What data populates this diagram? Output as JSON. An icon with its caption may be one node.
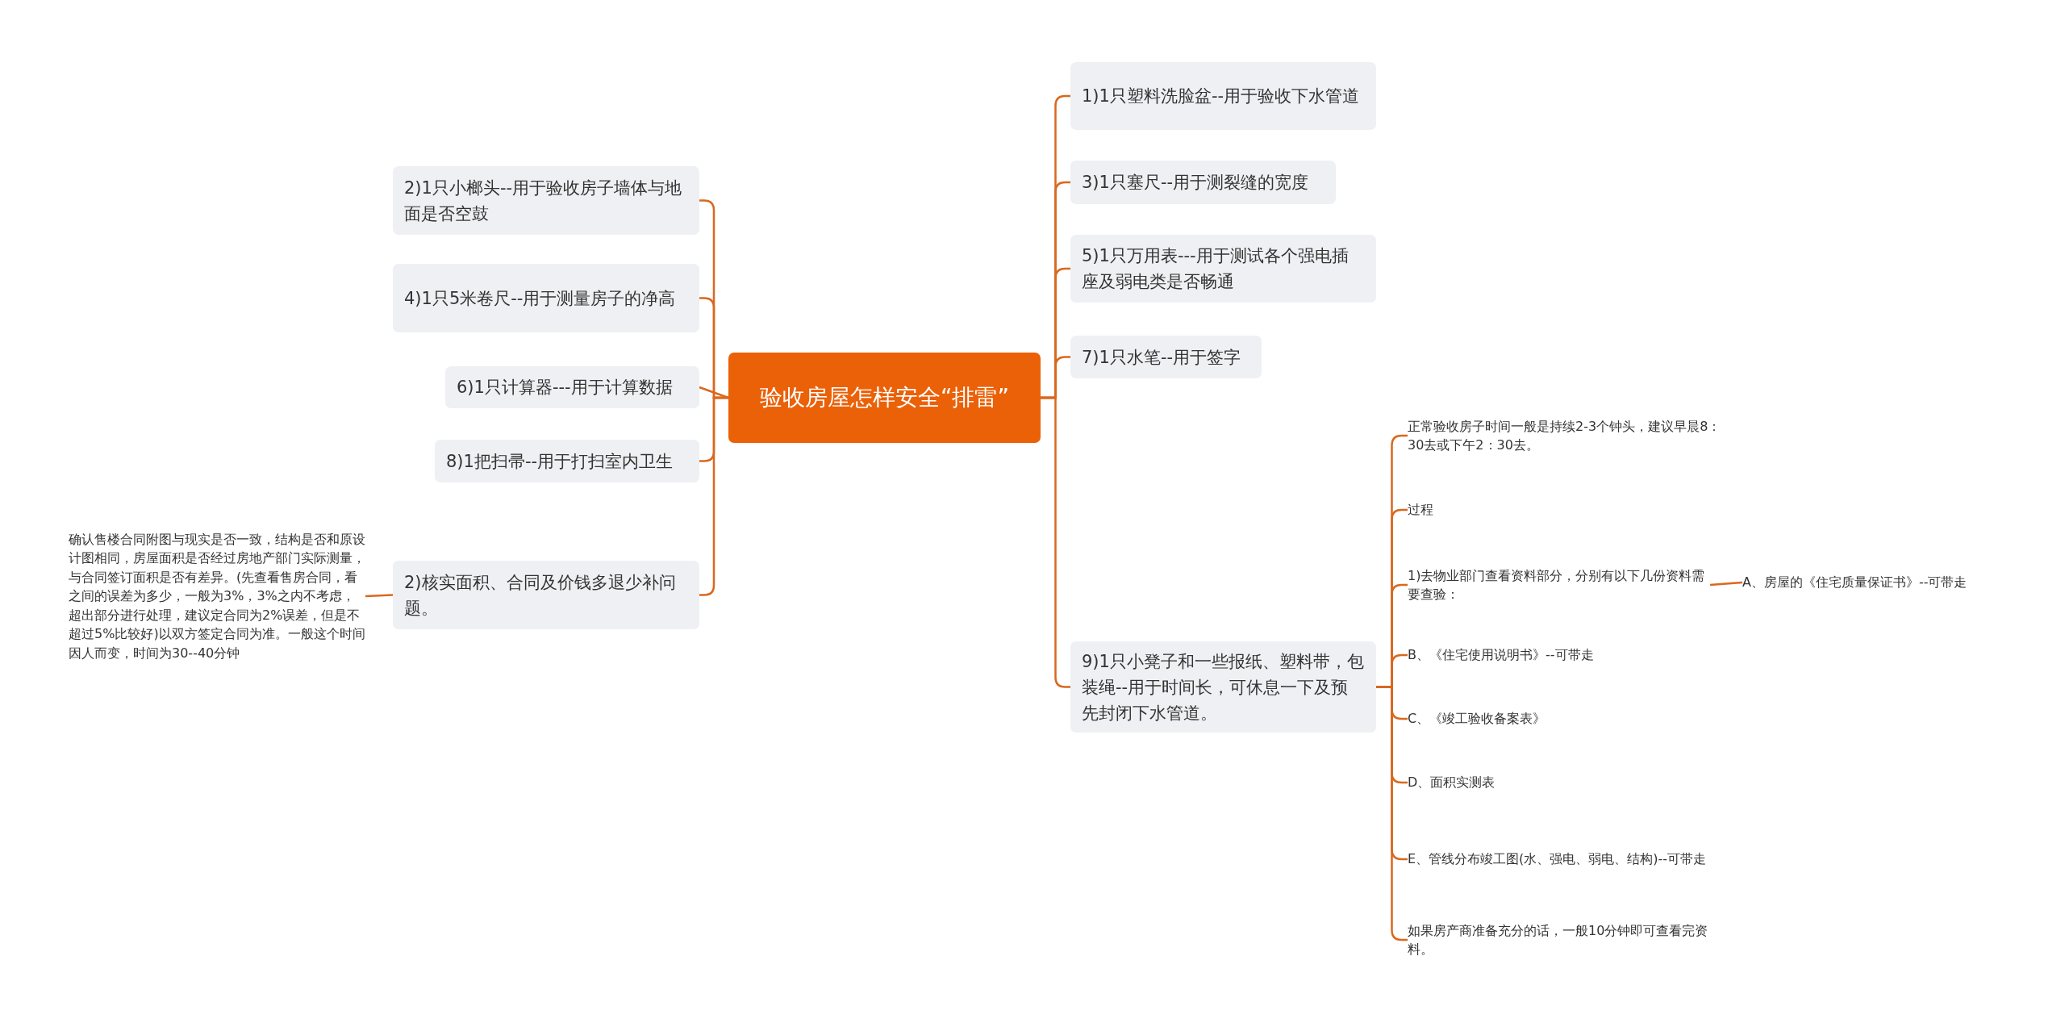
{
  "diagram": {
    "nodes": [
      {
        "text": [
          "验收房屋怎样安全“排雷”"
        ]
      },
      {
        "text": [
          "2)1只小榔头--用于验收房子墙体与地面是否空鼓"
        ]
      },
      {
        "text": [
          "4)1只5米卷尺--用于测量房子的净高"
        ]
      },
      {
        "text": [
          "6)1只计算器---用于计算数据"
        ]
      },
      {
        "text": [
          "8)1把扫帚--用于打扫室内卫生"
        ]
      },
      {
        "text": [
          "2)核实面积、合同及价钱多退少补问题。"
        ]
      },
      {
        "text": [
          "确认售楼合同附图与现实是否一致，结构是否和原设计图相同，房屋面积是否经过房地产部门实际测量，与合同签订面积是否有差异。(先查看售房合同，看之间的误差为多少，一般为3%，3%之内不考虑，超出部分进行处理，建议定合同为2%误差，但是不超过5%比较好)以双方签定合同为准。一般这个时间因人而变，时间为30--40分钟"
        ]
      },
      {
        "text": [
          "1)1只塑料洗脸盆--用于验收下水管道"
        ]
      },
      {
        "text": [
          "3)1只塞尺--用于测裂缝的宽度"
        ]
      },
      {
        "text": [
          "5)1只万用表---用于测试各个强电插座及弱电类是否畅通"
        ]
      },
      {
        "text": [
          "7)1只水笔--用于签字"
        ]
      },
      {
        "text": [
          "9)1只小凳子和一些报纸、塑料带，包装绳--用于时间长，可休息一下及预先封闭下水管道。"
        ]
      },
      {
        "text": [
          "正常验收房子时间一般是持续2-3个钟头，建议早晨8：30去或下午2：30去。"
        ]
      },
      {
        "text": [
          "过程"
        ]
      },
      {
        "text": [
          "1)去物业部门查看资料部分，分别有以下几份资料需要查验："
        ]
      },
      {
        "text": [
          "A、房屋的《住宅质量保证书》--可带走"
        ]
      },
      {
        "text": [
          "B、《住宅使用说明书》--可带走"
        ]
      },
      {
        "text": [
          "C、《竣工验收备案表》"
        ]
      },
      {
        "text": [
          "D、面积实测表"
        ]
      },
      {
        "text": [
          "E、管线分布竣工图(水、强电、弱电、结构)--可带走"
        ]
      },
      {
        "text": [
          "如果房产商准备充分的话，一般10分钟即可查看完资料。"
        ]
      }
    ],
    "edges": [
      {
        "from": 0,
        "to": 1,
        "arrow": "none"
      },
      {
        "from": 0,
        "to": 2,
        "arrow": "none"
      },
      {
        "from": 0,
        "to": 3,
        "arrow": "none"
      },
      {
        "from": 0,
        "to": 4,
        "arrow": "none"
      },
      {
        "from": 0,
        "to": 5,
        "arrow": "none"
      },
      {
        "from": 5,
        "to": 6,
        "arrow": "none"
      },
      {
        "from": 0,
        "to": 7,
        "arrow": "none"
      },
      {
        "from": 0,
        "to": 8,
        "arrow": "none"
      },
      {
        "from": 0,
        "to": 9,
        "arrow": "none"
      },
      {
        "from": 0,
        "to": 10,
        "arrow": "none"
      },
      {
        "from": 0,
        "to": 11,
        "arrow": "none"
      },
      {
        "from": 11,
        "to": 12,
        "arrow": "none"
      },
      {
        "from": 11,
        "to": 13,
        "arrow": "none"
      },
      {
        "from": 11,
        "to": 14,
        "arrow": "none"
      },
      {
        "from": 14,
        "to": 15,
        "arrow": "none"
      },
      {
        "from": 11,
        "to": 16,
        "arrow": "none"
      },
      {
        "from": 11,
        "to": 17,
        "arrow": "none"
      },
      {
        "from": 11,
        "to": 18,
        "arrow": "none"
      },
      {
        "from": 11,
        "to": 19,
        "arrow": "none"
      },
      {
        "from": 11,
        "to": 20,
        "arrow": "none"
      }
    ]
  }
}
